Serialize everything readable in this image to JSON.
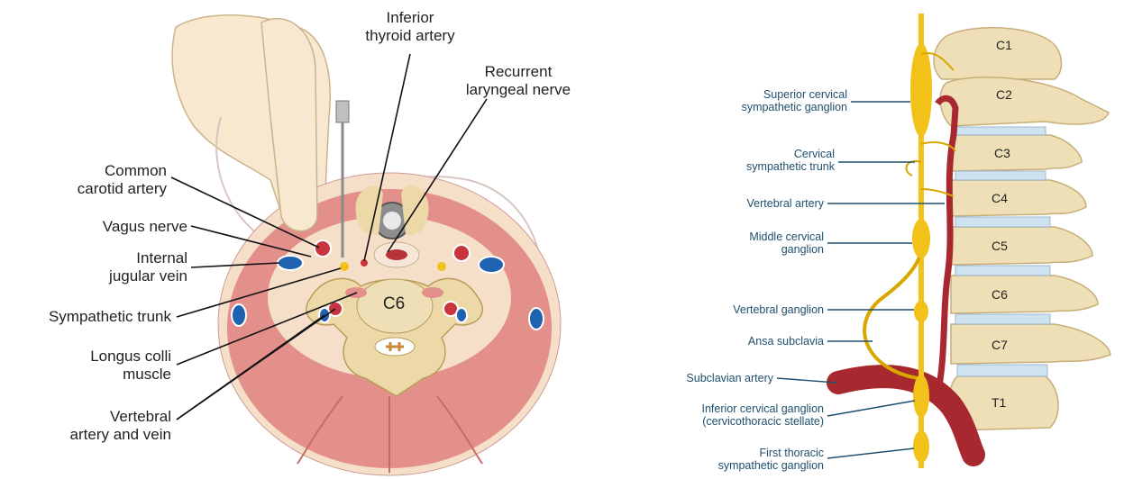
{
  "left_panel": {
    "labels": {
      "inferior_thyroid": "Inferior\nthyroid artery",
      "recurrent_laryngeal": "Recurrent\nlaryngeal nerve",
      "common_carotid": "Common\ncarotid artery",
      "vagus": "Vagus nerve",
      "internal_jugular": "Internal\njugular vein",
      "sympathetic_trunk": "Sympathetic trunk",
      "longus_colli": "Longus colli\nmuscle",
      "vertebral_av": "Vertebral\nartery and vein",
      "c6": "C6"
    }
  },
  "right_panel": {
    "vertebrae": [
      "C1",
      "C2",
      "C3",
      "C4",
      "C5",
      "C6",
      "C7",
      "T1"
    ],
    "labels": {
      "superior_ganglion": "Superior cervical\nsympathetic ganglion",
      "cervical_trunk": "Cervical\nsympathetic trunk",
      "vertebral_artery": "Vertebral artery",
      "middle_ganglion": "Middle cervical\nganglion",
      "vertebral_ganglion": "Vertebral ganglion",
      "ansa_subclavia": "Ansa subclavia",
      "subclavian_artery": "Subclavian artery",
      "inferior_ganglion": "Inferior cervical ganglion\n(cervicothoracic stellate)",
      "first_thoracic": "First thoracic\nsympathetic ganglion"
    }
  },
  "colors": {
    "skin": "#f6dfc8",
    "muscle": "#e38f8a",
    "bone": "#edd9a8",
    "artery": "#c8353f",
    "vein": "#1e62b0",
    "nerve": "#f2c11a",
    "label_blue": "#1f4f6e"
  }
}
